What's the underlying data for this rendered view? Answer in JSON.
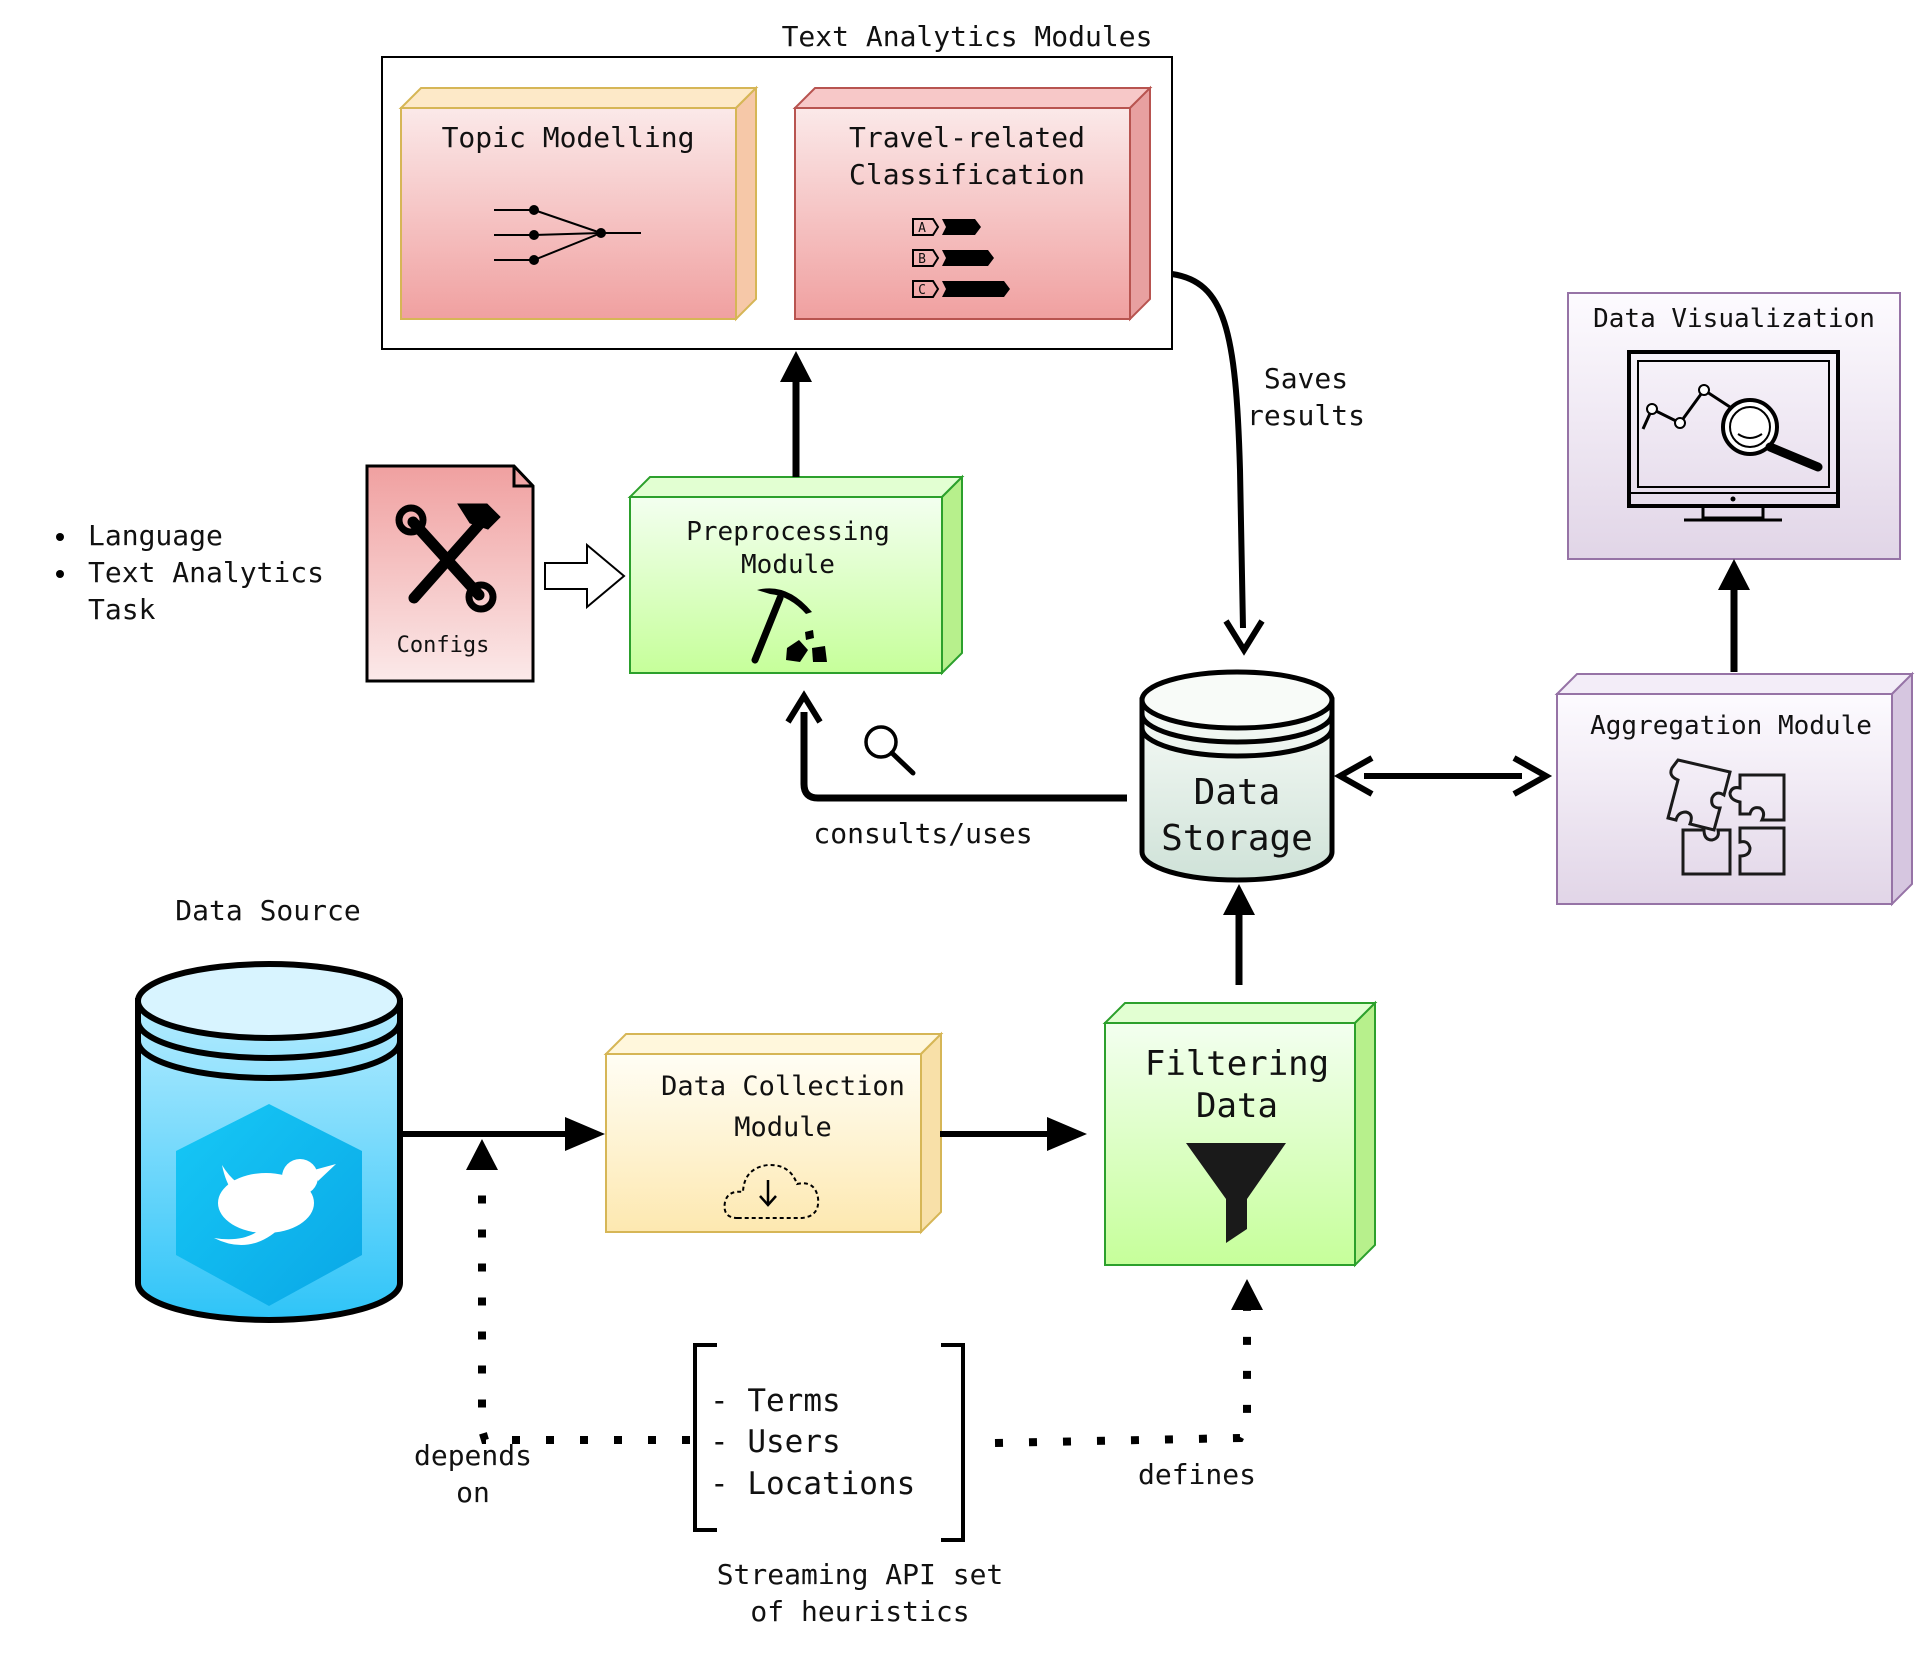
{
  "text_analytics": {
    "group_title": "Text Analytics Modules",
    "topic_modelling": "Topic Modelling",
    "travel_line1": "Travel-related",
    "travel_line2": "Classification",
    "class_labels": [
      "A",
      "B",
      "C"
    ]
  },
  "preprocessing": {
    "line1": "Preprocessing",
    "line2": "Module"
  },
  "configs": {
    "label": "Configs",
    "bullets": [
      "Language",
      "Text Analytics",
      "Task"
    ]
  },
  "saves_results": {
    "line1": "Saves",
    "line2": "results"
  },
  "data_visualization": {
    "label": "Data Visualization"
  },
  "aggregation": {
    "label": "Aggregation Module"
  },
  "data_storage": {
    "line1": "Data",
    "line2": "Storage"
  },
  "consults_uses": "consults/uses",
  "data_source": {
    "label": "Data Source"
  },
  "data_collection": {
    "line1": "Data Collection",
    "line2": "Module"
  },
  "filtering": {
    "line1": "Filtering",
    "line2": "Data"
  },
  "heuristics": {
    "items": [
      "- Terms",
      "- Users",
      "- Locations"
    ],
    "caption_line1": "Streaming API set",
    "caption_line2": "of heuristics"
  },
  "depends_on": {
    "line1": "depends",
    "line2": "on"
  },
  "defines": "defines",
  "colors": {
    "red_top": "#fbe9e9",
    "red_bottom": "#f0a0a0",
    "red_border": "#b85450",
    "tan_border": "#d6b656",
    "green_top": "#f3fff0",
    "green_bottom": "#c6ff9a",
    "green_border": "#2ca02c",
    "yellow_top": "#fffef5",
    "yellow_bottom": "#fde8b0",
    "purple_top": "#fdfbff",
    "purple_bottom": "#e1d5e7",
    "purple_border": "#9673a6",
    "storage_top": "#f7fbf7",
    "storage_bottom": "#cfe2d8",
    "twitter_top": "#b5ecff",
    "twitter_bottom": "#2ec4f8"
  },
  "icons": [
    "topic-network-icon",
    "classification-bars-icon",
    "pickaxe-icon",
    "tools-icon",
    "magnifier-icon",
    "monitor-chart-icon",
    "puzzle-icon",
    "cloud-download-icon",
    "funnel-icon",
    "twitter-bird-icon"
  ]
}
